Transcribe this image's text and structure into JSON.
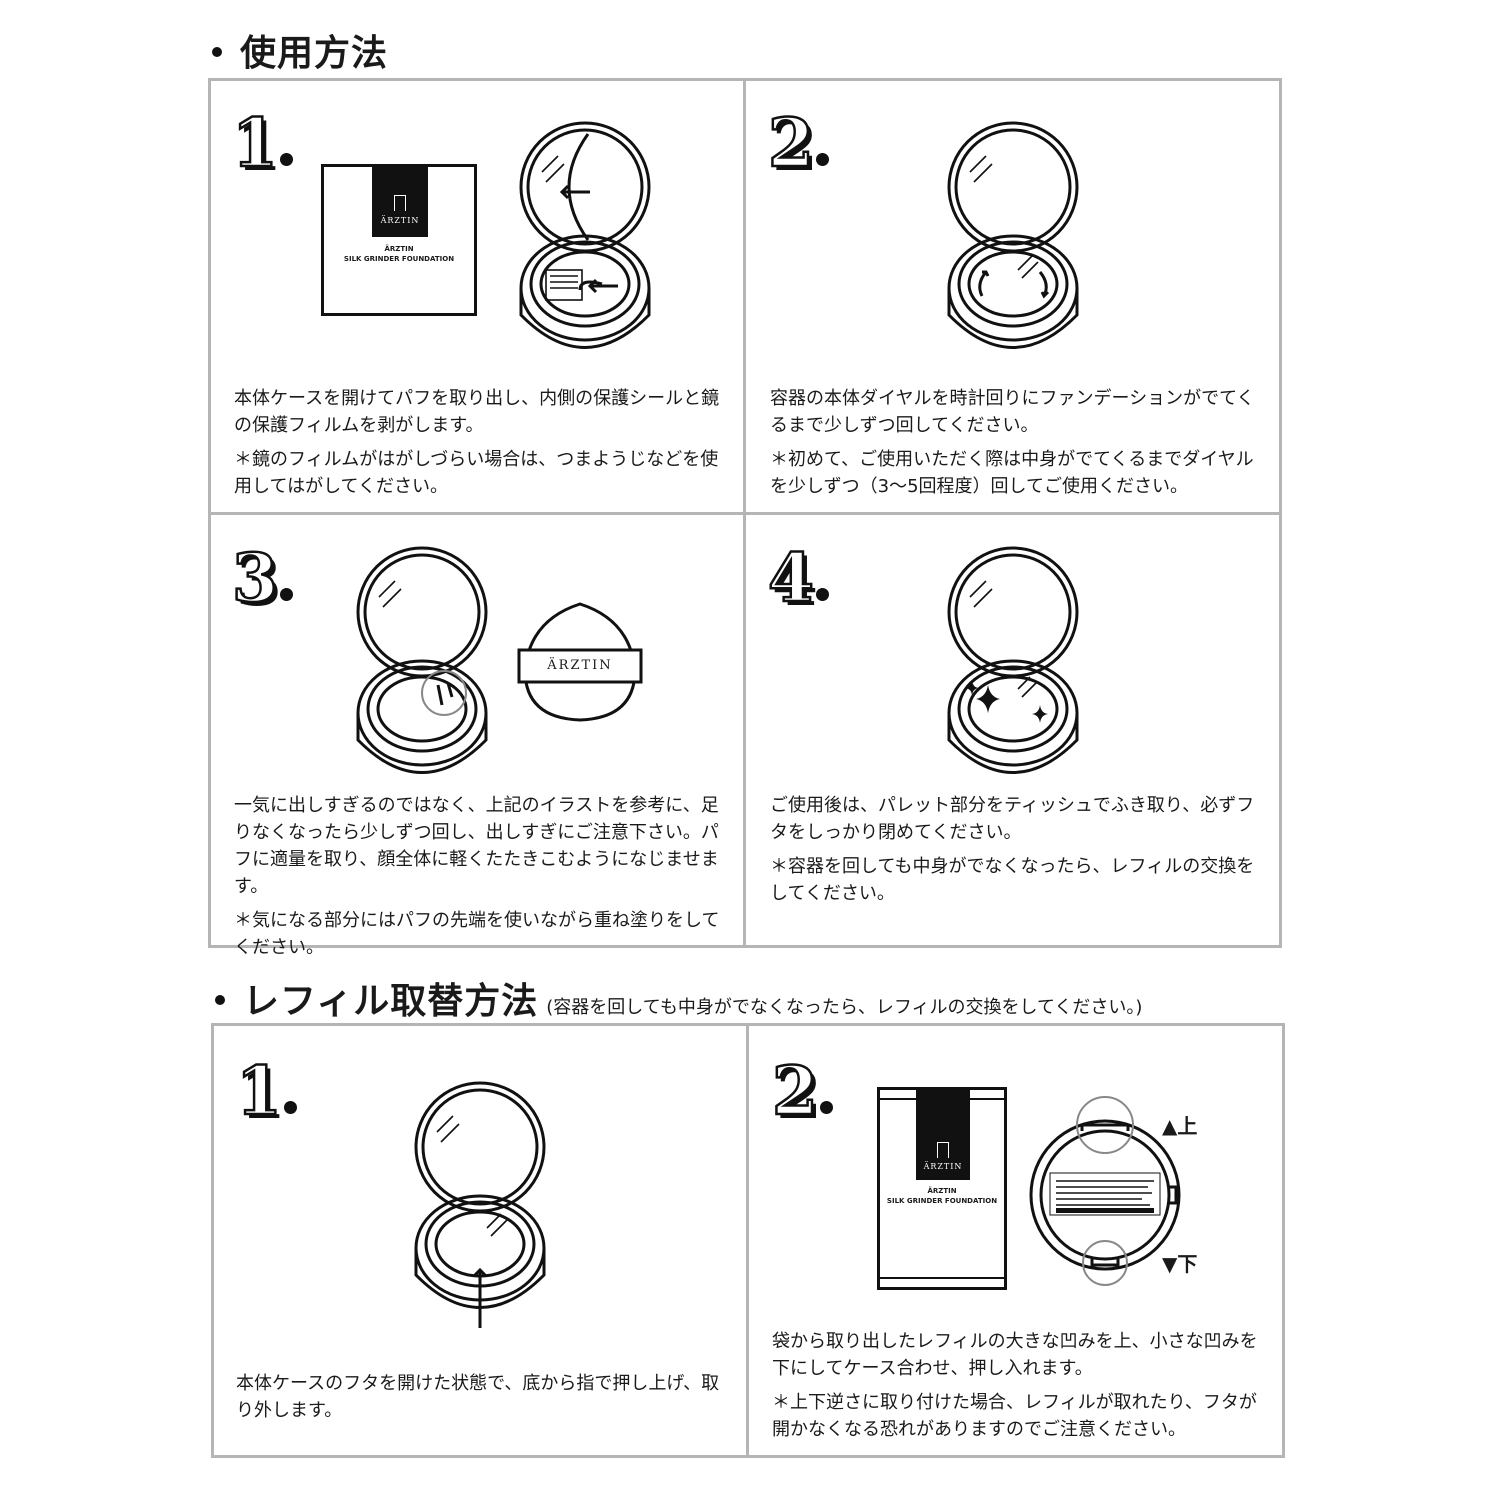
{
  "usage": {
    "title": "使用方法",
    "steps": [
      {
        "num": "1",
        "lines": [
          "本体ケースを開けてパフを取り出し、内側の保護シールと鏡の保護フィルムを剥がします。",
          "＊鏡のフィルムがはがしづらい場合は、つまようじなどを使用してはがしてください。"
        ]
      },
      {
        "num": "2",
        "lines": [
          "容器の本体ダイヤルを時計回りにファンデーションがでてくるまで少しずつ回してください。",
          "＊初めて、ご使用いただく際は中身がでてくるまでダイヤルを少しずつ（3〜5回程度）回してご使用ください。"
        ]
      },
      {
        "num": "3",
        "lines": [
          "一気に出しすぎるのではなく、上記のイラストを参考に、足りなくなったら少しずつ回し、出しすぎにご注意下さい。パフに適量を取り、顔全体に軽くたたきこむようになじませます。",
          "＊気になる部分にはパフの先端を使いながら重ね塗りをしてください。"
        ]
      },
      {
        "num": "4",
        "lines": [
          "ご使用後は、パレット部分をティッシュでふき取り、必ずフタをしっかり閉めてください。",
          "＊容器を回しても中身がでなくなったら、レフィルの交換をしてください。"
        ]
      }
    ]
  },
  "refill": {
    "title": "レフィル取替方法",
    "note": "(容器を回しても中身がでなくなったら、レフィルの交換をしてください。)",
    "steps": [
      {
        "num": "1",
        "lines": [
          "本体ケースのフタを開けた状態で、底から指で押し上げ、取り外します。"
        ]
      },
      {
        "num": "2",
        "lines": [
          "袋から取り出したレフィルの大きな凹みを上、小さな凹みを下にしてケース合わせ、押し入れます。",
          "＊上下逆さに取り付けた場合、レフィルが取れたり、フタが開かなくなる恐れがありますのでご注意ください。"
        ]
      }
    ],
    "up_label": "▲上",
    "down_label": "▼下"
  },
  "brand": {
    "name": "ÄRZTIN",
    "product": "ÄRZTIN",
    "product_sub": "SILK GRINDER FOUNDATION"
  },
  "icons": [
    "compact-open-icon",
    "product-box-icon",
    "refill-pouch-icon",
    "puff-icon",
    "arrow-icon",
    "sparkle-icon"
  ]
}
